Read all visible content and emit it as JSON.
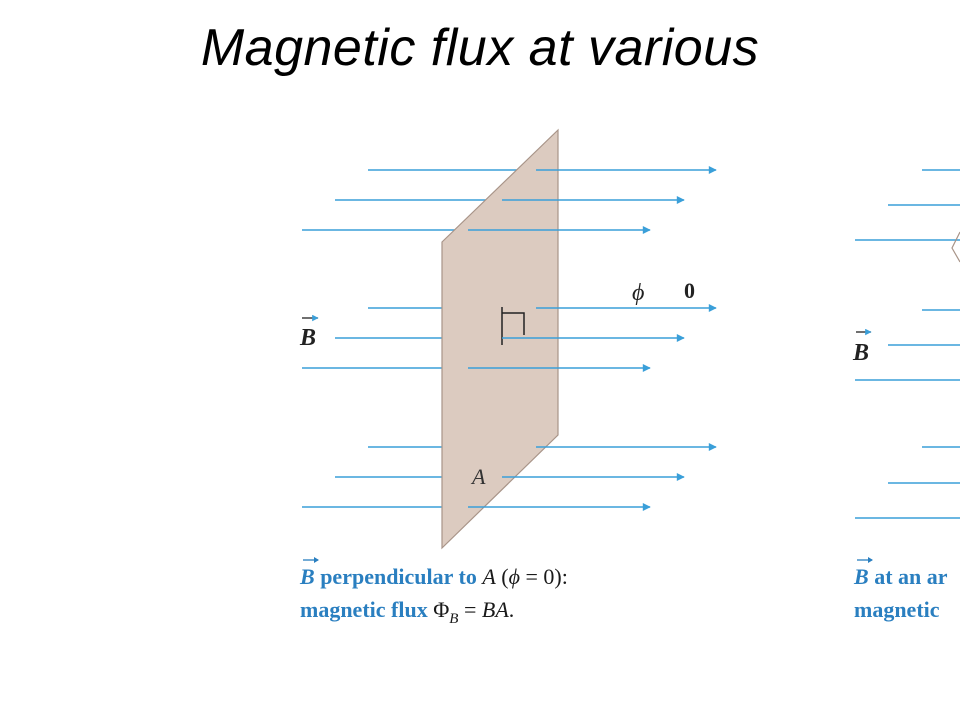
{
  "slide": {
    "title": "Magnetic flux at various"
  },
  "panel1": {
    "field_symbol": "B",
    "phi_symbol": "ϕ",
    "phi_value": "0",
    "area_label": "A",
    "caption_line1_prefix": "B",
    "caption_line1_text": " perpendicular to ",
    "caption_line1_A": "A",
    "caption_line1_paren_open": " (",
    "caption_line1_phi": "ϕ",
    "caption_line1_eq": " = 0):",
    "caption_line2_text": "magnetic flux ",
    "caption_line2_Phi": "Φ",
    "caption_line2_sub": "B",
    "caption_line2_eq": " = ",
    "caption_line2_BA": "BA",
    "caption_line2_end": "."
  },
  "panel2": {
    "field_symbol": "B",
    "caption_line1_prefix": "B",
    "caption_line1_text": " at an ar",
    "caption_line2_text": "magnetic"
  },
  "colors": {
    "field_line": "#3a9fd9",
    "plate_fill": "#dccbc0",
    "plate_stroke": "#a89488",
    "caption_blue": "#2a7fc0",
    "caption_dark": "#1a1a1a"
  }
}
